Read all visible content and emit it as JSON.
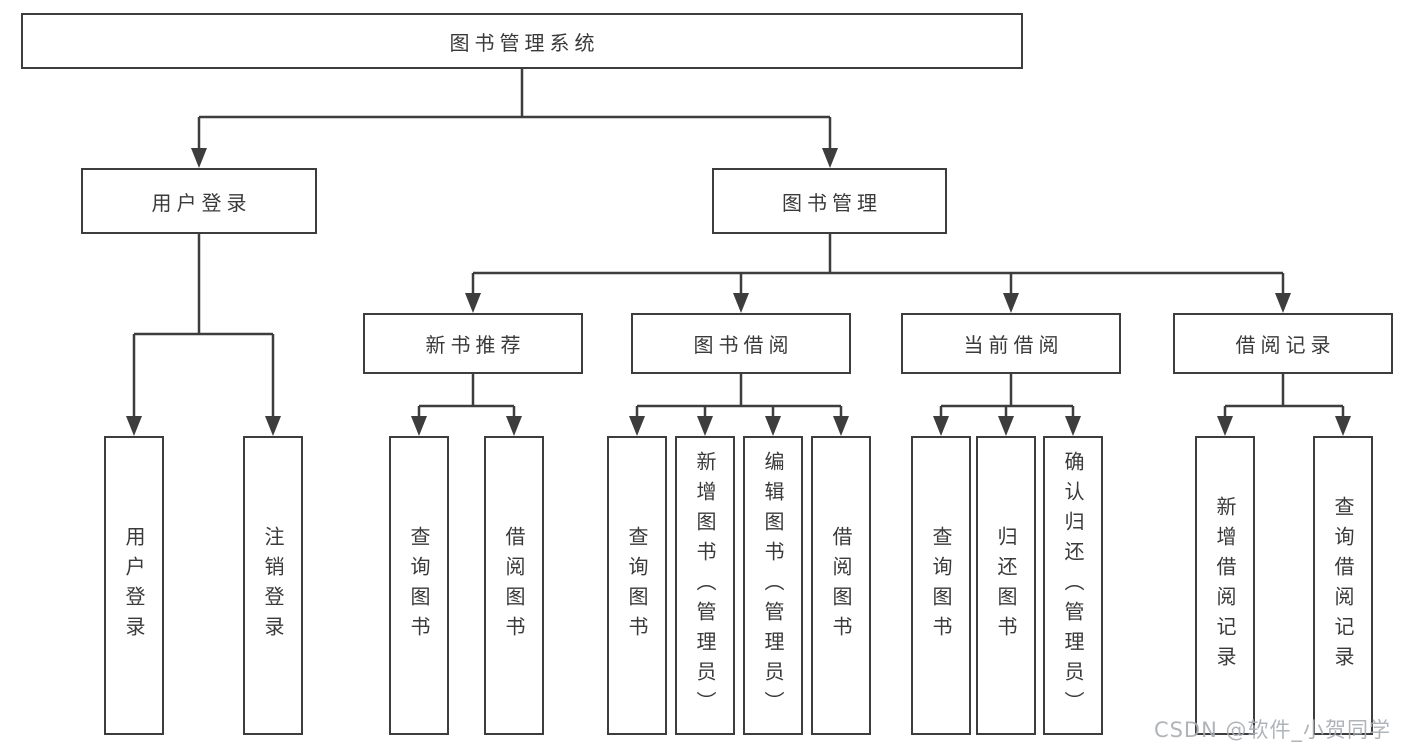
{
  "diagram": {
    "type": "tree",
    "title": "图书管理系统"
  },
  "colors": {
    "line": "#3d3d3d",
    "text": "#3a3a3a",
    "watermark": "#a9aeb4",
    "background": "#ffffff"
  },
  "nodes": {
    "root": {
      "label": "图书管理系统"
    },
    "level2": [
      {
        "label": "用户登录"
      },
      {
        "label": "图书管理"
      }
    ],
    "level3": [
      {
        "label": "新书推荐"
      },
      {
        "label": "图书借阅"
      },
      {
        "label": "当前借阅"
      },
      {
        "label": "借阅记录"
      }
    ],
    "leaves": {
      "user_login": [
        {
          "label": "用户登录"
        },
        {
          "label": "注销登录"
        }
      ],
      "new_book_recommend": [
        {
          "label": "查询图书"
        },
        {
          "label": "借阅图书"
        }
      ],
      "book_borrow": [
        {
          "label": "查询图书"
        },
        {
          "label": "新增图书（管理员）"
        },
        {
          "label": "编辑图书（管理员）"
        },
        {
          "label": "借阅图书"
        }
      ],
      "current_borrow": [
        {
          "label": "查询图书"
        },
        {
          "label": "归还图书"
        },
        {
          "label": "确认归还（管理员）"
        }
      ],
      "borrow_records": [
        {
          "label": "新增借阅记录"
        },
        {
          "label": "查询借阅记录"
        }
      ]
    }
  },
  "watermark": "CSDN @软件_小贺同学"
}
